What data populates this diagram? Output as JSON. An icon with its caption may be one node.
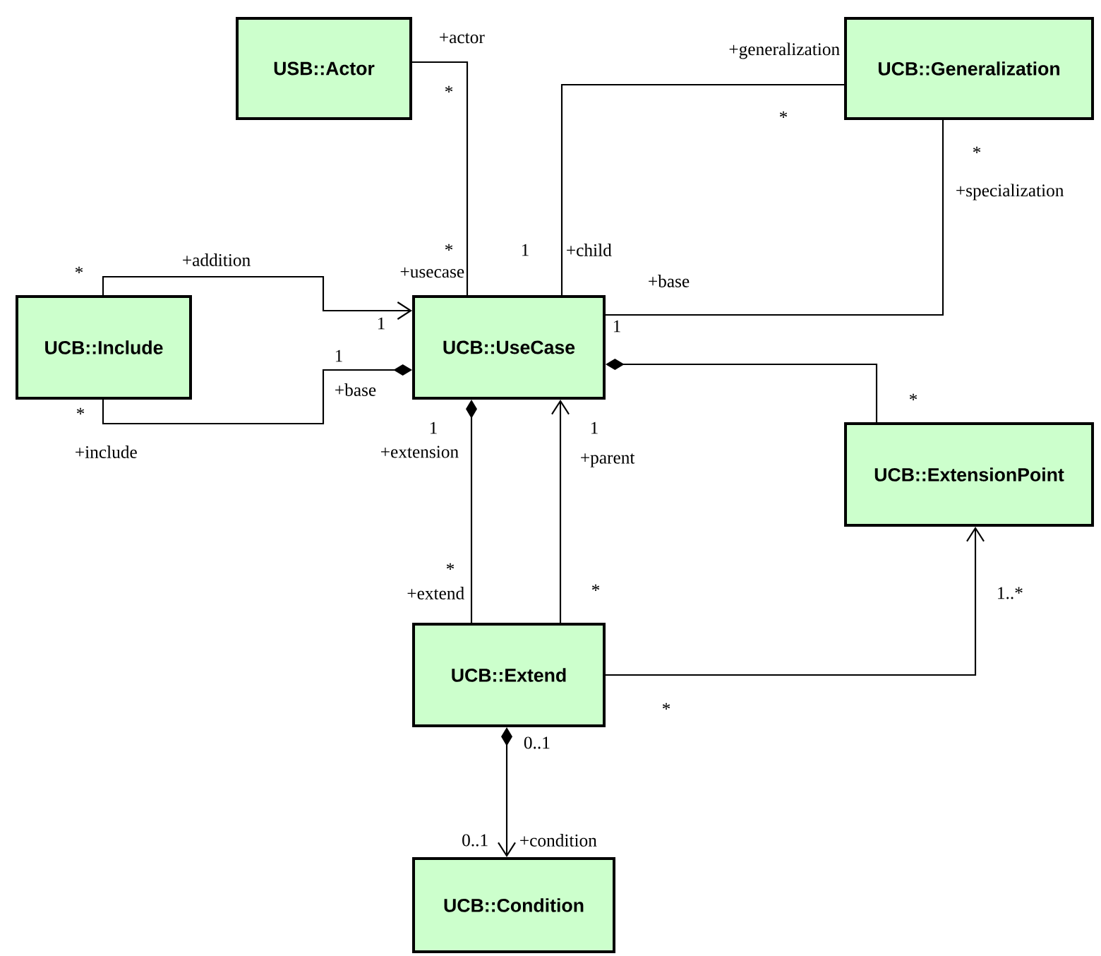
{
  "diagram": {
    "nodes": [
      {
        "text": [
          "USB::Actor"
        ]
      },
      {
        "text": [
          "UCB::Generalization"
        ]
      },
      {
        "text": [
          "UCB::Include"
        ]
      },
      {
        "text": [
          "UCB::UseCase"
        ]
      },
      {
        "text": [
          "UCB::ExtensionPoint"
        ]
      },
      {
        "text": [
          "UCB::Extend"
        ]
      },
      {
        "text": [
          "UCB::Condition"
        ]
      }
    ],
    "edges": [
      {
        "from": 0,
        "to": 3,
        "arrow": "none"
      },
      {
        "from": 1,
        "to": 3,
        "arrow": "none"
      },
      {
        "from": 1,
        "to": 3,
        "arrow": "none"
      },
      {
        "from": 2,
        "to": 3,
        "arrow": "to"
      },
      {
        "from": 2,
        "to": 3,
        "arrow": "other"
      },
      {
        "from": 4,
        "to": 3,
        "arrow": "other"
      },
      {
        "from": 5,
        "to": 3,
        "arrow": "other"
      },
      {
        "from": 5,
        "to": 3,
        "arrow": "to"
      },
      {
        "from": 5,
        "to": 4,
        "arrow": "to"
      },
      {
        "from": 5,
        "to": 6,
        "arrow": "to"
      }
    ],
    "labels": [
      "+actor",
      "*",
      "+generalization",
      "*",
      "*",
      "+specialization",
      "*",
      "+addition",
      "*",
      "1",
      "+child",
      "+usecase",
      "+base",
      "1",
      "1",
      "1",
      "+base",
      "*",
      "1",
      "1",
      "+include",
      "+extension",
      "+parent",
      "*",
      "*",
      "+extend",
      "*",
      "1..*",
      "*",
      "0..1",
      "0..1",
      "+condition"
    ]
  }
}
